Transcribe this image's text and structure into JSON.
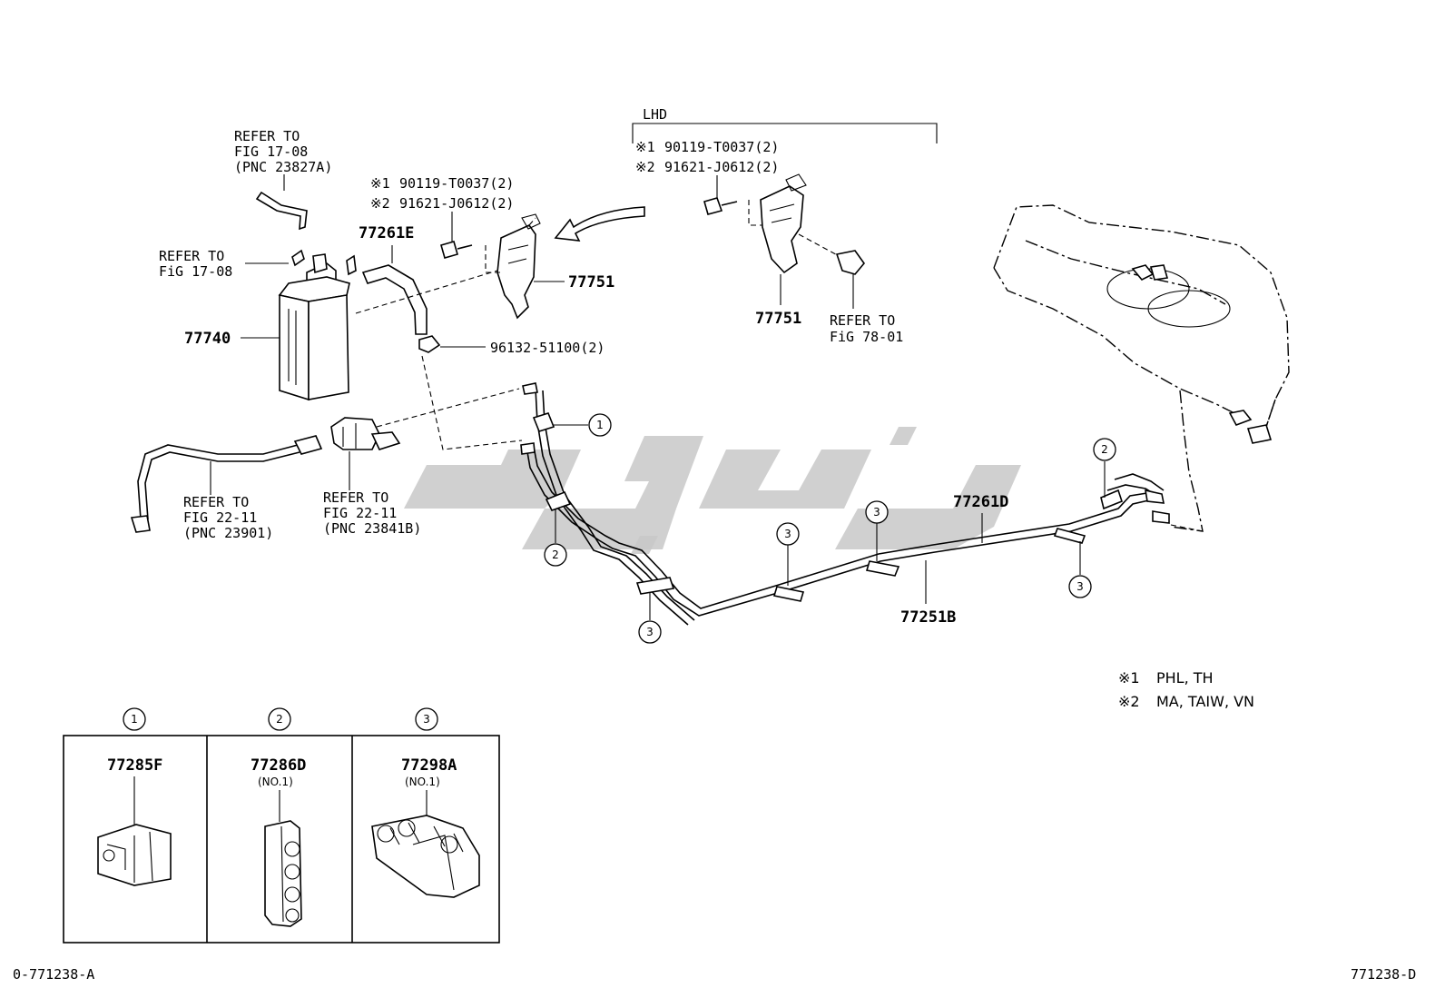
{
  "figure": {
    "lhd": "LHD",
    "refer_to": "REFER TO",
    "refs": {
      "fig_17_08_a": "FIG  17-08",
      "pnc_23827a": "(PNC 23827A)",
      "fig_17_08_b": "FiG 17-08",
      "fig_78_01": "FiG 78-01",
      "fig_22_11_a": "FIG 22-11",
      "pnc_23901": "(PNC 23901)",
      "fig_22_11_b": "FIG 22-11",
      "pnc_23841b": "(PNC 23841B)"
    },
    "parts": {
      "canister": "77740",
      "hose_e": "77261E",
      "bracket_left": "77751",
      "bracket_right": "77751",
      "clamp": "96132-51100(2)",
      "tube_d": "77261D",
      "tube_b": "77251B",
      "bolt_left_1": "90119-T0037(2)",
      "bolt_left_2": "91621-J0612(2)",
      "bolt_right_1": "90119-T0037(2)",
      "bolt_right_2": "91621-J0612(2)",
      "mark_1": "※1",
      "mark_2": "※2"
    },
    "callouts": [
      "1",
      "2",
      "3"
    ],
    "notes": [
      {
        "mark": "※1",
        "text": "PHL, TH"
      },
      {
        "mark": "※2",
        "text": "MA, TAIW, VN"
      }
    ],
    "legend": [
      {
        "num": "1",
        "part": "77285F",
        "sub": ""
      },
      {
        "num": "2",
        "part": "77286D",
        "sub": "(NO.1)"
      },
      {
        "num": "3",
        "part": "77298A",
        "sub": "(NO.1)"
      }
    ],
    "footer_left": "0-771238-A",
    "footer_right": "771238-D"
  }
}
